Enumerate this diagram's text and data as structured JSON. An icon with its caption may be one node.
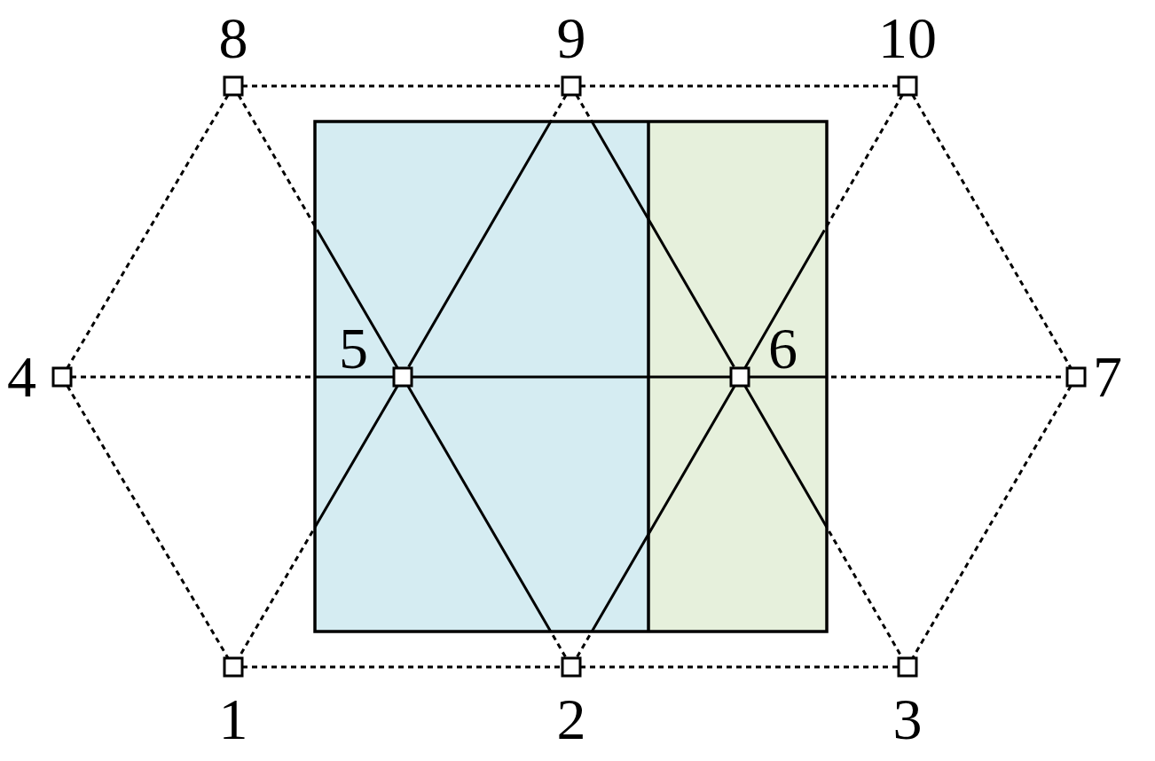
{
  "diagram": {
    "nodes": [
      {
        "text": [],
        "shape": "box",
        "beside": [
          "1"
        ]
      },
      {
        "text": [],
        "shape": "box",
        "beside": [
          "2"
        ]
      },
      {
        "text": [],
        "shape": "box",
        "beside": [
          "3"
        ]
      },
      {
        "text": [],
        "shape": "box",
        "beside": [
          "4"
        ]
      },
      {
        "text": [],
        "shape": "box",
        "beside": [
          "5"
        ]
      },
      {
        "text": [],
        "shape": "box",
        "beside": [
          "6"
        ]
      },
      {
        "text": [],
        "shape": "box",
        "beside": [
          "7"
        ]
      },
      {
        "text": [],
        "shape": "box",
        "beside": [
          "8"
        ]
      },
      {
        "text": [],
        "shape": "box",
        "beside": [
          "9"
        ]
      },
      {
        "text": [],
        "shape": "box",
        "beside": [
          "10"
        ]
      }
    ],
    "edges": [
      {
        "from": 7,
        "to": 8,
        "arrow": "none",
        "style": "dashed"
      },
      {
        "from": 8,
        "to": 9,
        "arrow": "none",
        "style": "dashed"
      },
      {
        "from": 7,
        "to": 3,
        "arrow": "none",
        "style": "dashed"
      },
      {
        "from": 9,
        "to": 6,
        "arrow": "none",
        "style": "dashed"
      },
      {
        "from": 3,
        "to": 0,
        "arrow": "none",
        "style": "dashed"
      },
      {
        "from": 6,
        "to": 2,
        "arrow": "none",
        "style": "dashed"
      },
      {
        "from": 0,
        "to": 1,
        "arrow": "none",
        "style": "dashed"
      },
      {
        "from": 1,
        "to": 2,
        "arrow": "none",
        "style": "dashed"
      },
      {
        "from": 3,
        "to": 4,
        "arrow": "none",
        "style": "dashed"
      },
      {
        "from": 4,
        "to": 5,
        "arrow": "none"
      },
      {
        "from": 5,
        "to": 6,
        "arrow": "none",
        "style": "dashed"
      },
      {
        "from": 7,
        "to": 4,
        "arrow": "none",
        "style": "dashed"
      },
      {
        "from": 8,
        "to": 4,
        "arrow": "none",
        "style": "dashed"
      },
      {
        "from": 4,
        "to": 0,
        "arrow": "none",
        "style": "dashed"
      },
      {
        "from": 4,
        "to": 1,
        "arrow": "none",
        "style": "dashed"
      },
      {
        "from": 8,
        "to": 5,
        "arrow": "none",
        "style": "dashed"
      },
      {
        "from": 9,
        "to": 5,
        "arrow": "none",
        "style": "dashed"
      },
      {
        "from": 5,
        "to": 1,
        "arrow": "none",
        "style": "dashed"
      },
      {
        "from": 5,
        "to": 2,
        "arrow": "none",
        "style": "dashed"
      }
    ]
  }
}
